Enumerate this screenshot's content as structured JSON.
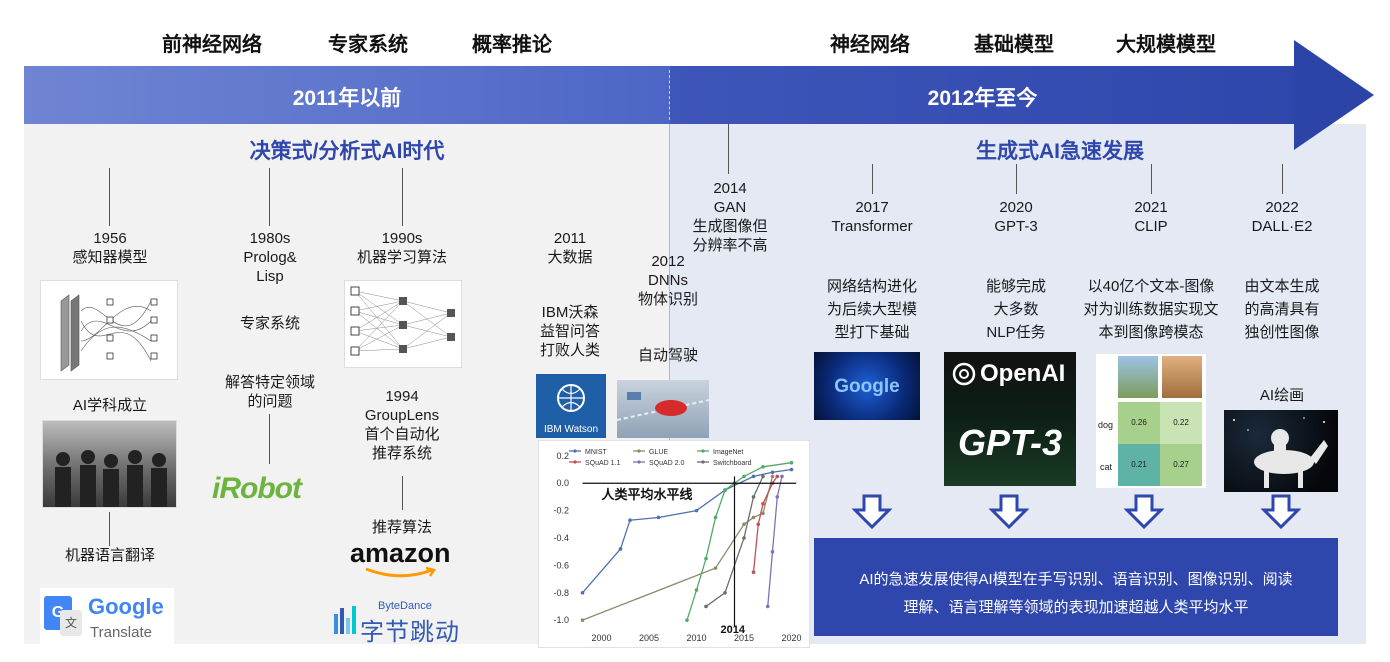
{
  "header": {
    "eras_left": [
      "前神经网络",
      "专家系统",
      "概率推论"
    ],
    "eras_right": [
      "神经网络",
      "基础模型",
      "大规模模型"
    ]
  },
  "band": {
    "left_label": "2011年以前",
    "right_label": "2012年至今"
  },
  "panels": {
    "left_title": "决策式/分析式AI时代",
    "right_title": "生成式AI急速发展"
  },
  "left_events": {
    "e1956": {
      "year": "1956",
      "label": "感知器模型",
      "note1": "AI学科成立",
      "note2": "机器语言翻译"
    },
    "e1980s": {
      "year": "1980s",
      "label1": "Prolog&",
      "label2": "Lisp",
      "note1": "专家系统",
      "note2a": "解答特定领域",
      "note2b": "的问题"
    },
    "e1990s": {
      "year": "1990s",
      "label": "机器学习算法",
      "sub_year": "1994",
      "sub1": "GroupLens",
      "sub2": "首个自动化",
      "sub3": "推荐系统",
      "note": "推荐算法"
    },
    "e2011": {
      "year": "2011",
      "label": "大数据",
      "d1": "IBM沃森",
      "d2": "益智问答",
      "d3": "打败人类"
    },
    "e2012": {
      "year": "2012",
      "label1": "DNNs",
      "label2": "物体识别",
      "note": "自动驾驶"
    }
  },
  "right_events": {
    "e2014": {
      "year": "2014",
      "l1": "GAN",
      "l2": "生成图像但",
      "l3": "分辨率不高"
    },
    "e2017": {
      "year": "2017",
      "l1": "Transformer",
      "d1": "网络结构进化",
      "d2": "为后续大型模",
      "d3": "型打下基础"
    },
    "e2020": {
      "year": "2020",
      "l1": "GPT-3",
      "d1": "能够完成",
      "d2": "大多数",
      "d3": "NLP任务"
    },
    "e2021": {
      "year": "2021",
      "l1": "CLIP",
      "d1": "以40亿个文本-图像",
      "d2": "对为训练数据实现文",
      "d3": "本到图像跨模态"
    },
    "e2022": {
      "year": "2022",
      "l1": "DALL·E2",
      "d1": "由文本生成",
      "d2": "的高清具有",
      "d3": "独创性图像",
      "note": "AI绘画"
    }
  },
  "logos": {
    "irobot": "iRobot",
    "amazon": "amazon",
    "bytedance_small": "ByteDance",
    "bytedance_big": "字节跳动",
    "google_translate_1": "Google",
    "google_translate_2": "Translate",
    "ibm": "IBM Watson",
    "openai": "OpenAI",
    "gpt3": "GPT-3",
    "google": "Google",
    "clip_dog": "dog",
    "clip_cat": "cat",
    "clip_v11": "0.26",
    "clip_v12": "0.22",
    "clip_v21": "0.21",
    "clip_v22": "0.27"
  },
  "summary": {
    "line1": "AI的急速发展使得AI模型在手写识别、语音识别、图像识别、阅读",
    "line2": "理解、语言理解等领域的表现加速超越人类平均水平"
  },
  "colors": {
    "band_left": "#5b73cc",
    "band_right": "#2f47ac",
    "accent_blue": "#2f47ac",
    "left_panel": "#f2f2f2",
    "right_panel": "#e4e9f4"
  },
  "chart_data": {
    "type": "line",
    "annotation": "人类平均水平线",
    "vline_label": "2014",
    "xlim": [
      1997,
      2021
    ],
    "ylim": [
      -1.05,
      0.25
    ],
    "xticks": [
      2000,
      2005,
      2010,
      2015,
      2020
    ],
    "yticks": [
      0.2,
      0.0,
      -0.2,
      -0.4,
      -0.6,
      -0.8,
      -1.0
    ],
    "xtick_labels": [
      "2000",
      "2005",
      "2010",
      "2015",
      "2020"
    ],
    "ytick_labels": [
      "0.2",
      "0.0",
      "-0.2",
      "-0.4",
      "-0.6",
      "-0.8",
      "-1.0"
    ],
    "series": [
      {
        "name": "MNIST",
        "color": "#4c72b0",
        "x": [
          1998,
          2002,
          2003,
          2006,
          2010,
          2013,
          2016,
          2018,
          2020
        ],
        "y": [
          -0.8,
          -0.48,
          -0.27,
          -0.25,
          -0.2,
          -0.05,
          0.05,
          0.08,
          0.1
        ]
      },
      {
        "name": "GLUE",
        "color": "#8c8c6a",
        "x": [
          1998,
          2012,
          2015,
          2016,
          2017,
          2018
        ],
        "y": [
          -1.0,
          -0.62,
          -0.3,
          -0.25,
          -0.22,
          0.05
        ]
      },
      {
        "name": "ImageNet",
        "color": "#55a868",
        "x": [
          2009,
          2010,
          2011,
          2012,
          2013,
          2014,
          2015,
          2017,
          2020
        ],
        "y": [
          -1.0,
          -0.78,
          -0.55,
          -0.25,
          -0.05,
          0.0,
          0.05,
          0.12,
          0.15
        ]
      },
      {
        "name": "SQuAD 1.1",
        "color": "#c44e52",
        "x": [
          2016,
          2016.5,
          2017,
          2018,
          2018.5
        ],
        "y": [
          -0.65,
          -0.3,
          -0.15,
          0.0,
          0.05
        ]
      },
      {
        "name": "SQuAD 2.0",
        "color": "#8172b2",
        "x": [
          2017.5,
          2018,
          2018.5,
          2019
        ],
        "y": [
          -0.9,
          -0.5,
          -0.1,
          0.05
        ]
      },
      {
        "name": "Switchboard",
        "color": "#6d6d6d",
        "x": [
          2011,
          2013,
          2015,
          2016,
          2017
        ],
        "y": [
          -0.9,
          -0.8,
          -0.4,
          -0.1,
          0.05
        ]
      }
    ]
  }
}
